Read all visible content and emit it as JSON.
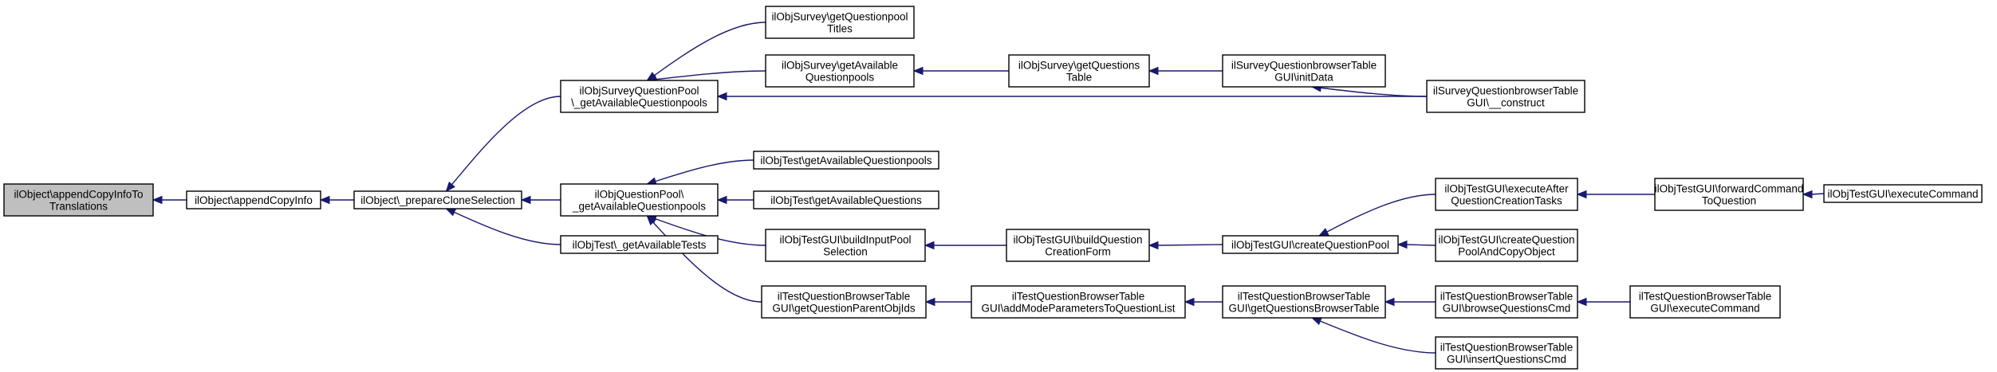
{
  "diagram": {
    "type": "call-graph",
    "colors": {
      "edge": "#191970",
      "root_fill": "#bfbfbf",
      "node_fill": "#ffffff",
      "node_stroke": "#000000"
    },
    "nodes": [
      {
        "id": "n0",
        "lines": [
          "ilObject\\appendCopyInfoTo",
          "Translations"
        ],
        "root": true
      },
      {
        "id": "n1",
        "lines": [
          "ilObject\\appendCopyInfo"
        ]
      },
      {
        "id": "n2",
        "lines": [
          "ilObject\\_prepareCloneSelection"
        ]
      },
      {
        "id": "n3",
        "lines": [
          "ilObjSurveyQuestionPool",
          "\\_getAvailableQuestionpools"
        ]
      },
      {
        "id": "n4",
        "lines": [
          "ilObjQuestionPool\\",
          "_getAvailableQuestionpools"
        ]
      },
      {
        "id": "n5",
        "lines": [
          "ilObjTest\\_getAvailableTests"
        ]
      },
      {
        "id": "n6",
        "lines": [
          "ilObjSurvey\\getQuestionpool",
          "Titles"
        ]
      },
      {
        "id": "n7",
        "lines": [
          "ilObjSurvey\\getAvailable",
          "Questionpools"
        ]
      },
      {
        "id": "n8",
        "lines": [
          "ilObjSurvey\\getQuestions",
          "Table"
        ]
      },
      {
        "id": "n9",
        "lines": [
          "ilSurveyQuestionbrowserTable",
          "GUI\\initData"
        ]
      },
      {
        "id": "n10",
        "lines": [
          "ilSurveyQuestionbrowserTable",
          "GUI\\__construct"
        ]
      },
      {
        "id": "n11",
        "lines": [
          "ilObjTest\\getAvailableQuestionpools"
        ]
      },
      {
        "id": "n12",
        "lines": [
          "ilObjTest\\getAvailableQuestions"
        ]
      },
      {
        "id": "n13",
        "lines": [
          "ilObjTestGUI\\buildInputPool",
          "Selection"
        ]
      },
      {
        "id": "n14",
        "lines": [
          "ilTestQuestionBrowserTable",
          "GUI\\getQuestionParentObjIds"
        ]
      },
      {
        "id": "n15",
        "lines": [
          "ilObjTestGUI\\buildQuestion",
          "CreationForm"
        ]
      },
      {
        "id": "n16",
        "lines": [
          "ilObjTestGUI\\createQuestionPool"
        ]
      },
      {
        "id": "n17",
        "lines": [
          "ilObjTestGUI\\executeAfter",
          "QuestionCreationTasks"
        ]
      },
      {
        "id": "n18",
        "lines": [
          "ilObjTestGUI\\createQuestion",
          "PoolAndCopyObject"
        ]
      },
      {
        "id": "n19",
        "lines": [
          "ilObjTestGUI\\forwardCommand",
          "ToQuestion"
        ]
      },
      {
        "id": "n20",
        "lines": [
          "ilObjTestGUI\\executeCommand"
        ]
      },
      {
        "id": "n21",
        "lines": [
          "ilTestQuestionBrowserTable",
          "GUI\\addModeParametersToQuestionList"
        ]
      },
      {
        "id": "n22",
        "lines": [
          "ilTestQuestionBrowserTable",
          "GUI\\getQuestionsBrowserTable"
        ]
      },
      {
        "id": "n23",
        "lines": [
          "ilTestQuestionBrowserTable",
          "GUI\\browseQuestionsCmd"
        ]
      },
      {
        "id": "n24",
        "lines": [
          "ilTestQuestionBrowserTable",
          "GUI\\insertQuestionsCmd"
        ]
      },
      {
        "id": "n25",
        "lines": [
          "ilTestQuestionBrowserTable",
          "GUI\\executeCommand"
        ]
      }
    ],
    "edges": [
      [
        "n1",
        "n0"
      ],
      [
        "n2",
        "n1"
      ],
      [
        "n3",
        "n2"
      ],
      [
        "n4",
        "n2"
      ],
      [
        "n5",
        "n2"
      ],
      [
        "n6",
        "n3"
      ],
      [
        "n7",
        "n3"
      ],
      [
        "n10",
        "n3"
      ],
      [
        "n8",
        "n7"
      ],
      [
        "n9",
        "n8"
      ],
      [
        "n10",
        "n9"
      ],
      [
        "n11",
        "n4"
      ],
      [
        "n12",
        "n4"
      ],
      [
        "n13",
        "n4"
      ],
      [
        "n14",
        "n4"
      ],
      [
        "n15",
        "n13"
      ],
      [
        "n16",
        "n15"
      ],
      [
        "n17",
        "n16"
      ],
      [
        "n18",
        "n16"
      ],
      [
        "n19",
        "n17"
      ],
      [
        "n20",
        "n19"
      ],
      [
        "n21",
        "n14"
      ],
      [
        "n22",
        "n21"
      ],
      [
        "n23",
        "n22"
      ],
      [
        "n24",
        "n22"
      ],
      [
        "n25",
        "n23"
      ]
    ]
  }
}
